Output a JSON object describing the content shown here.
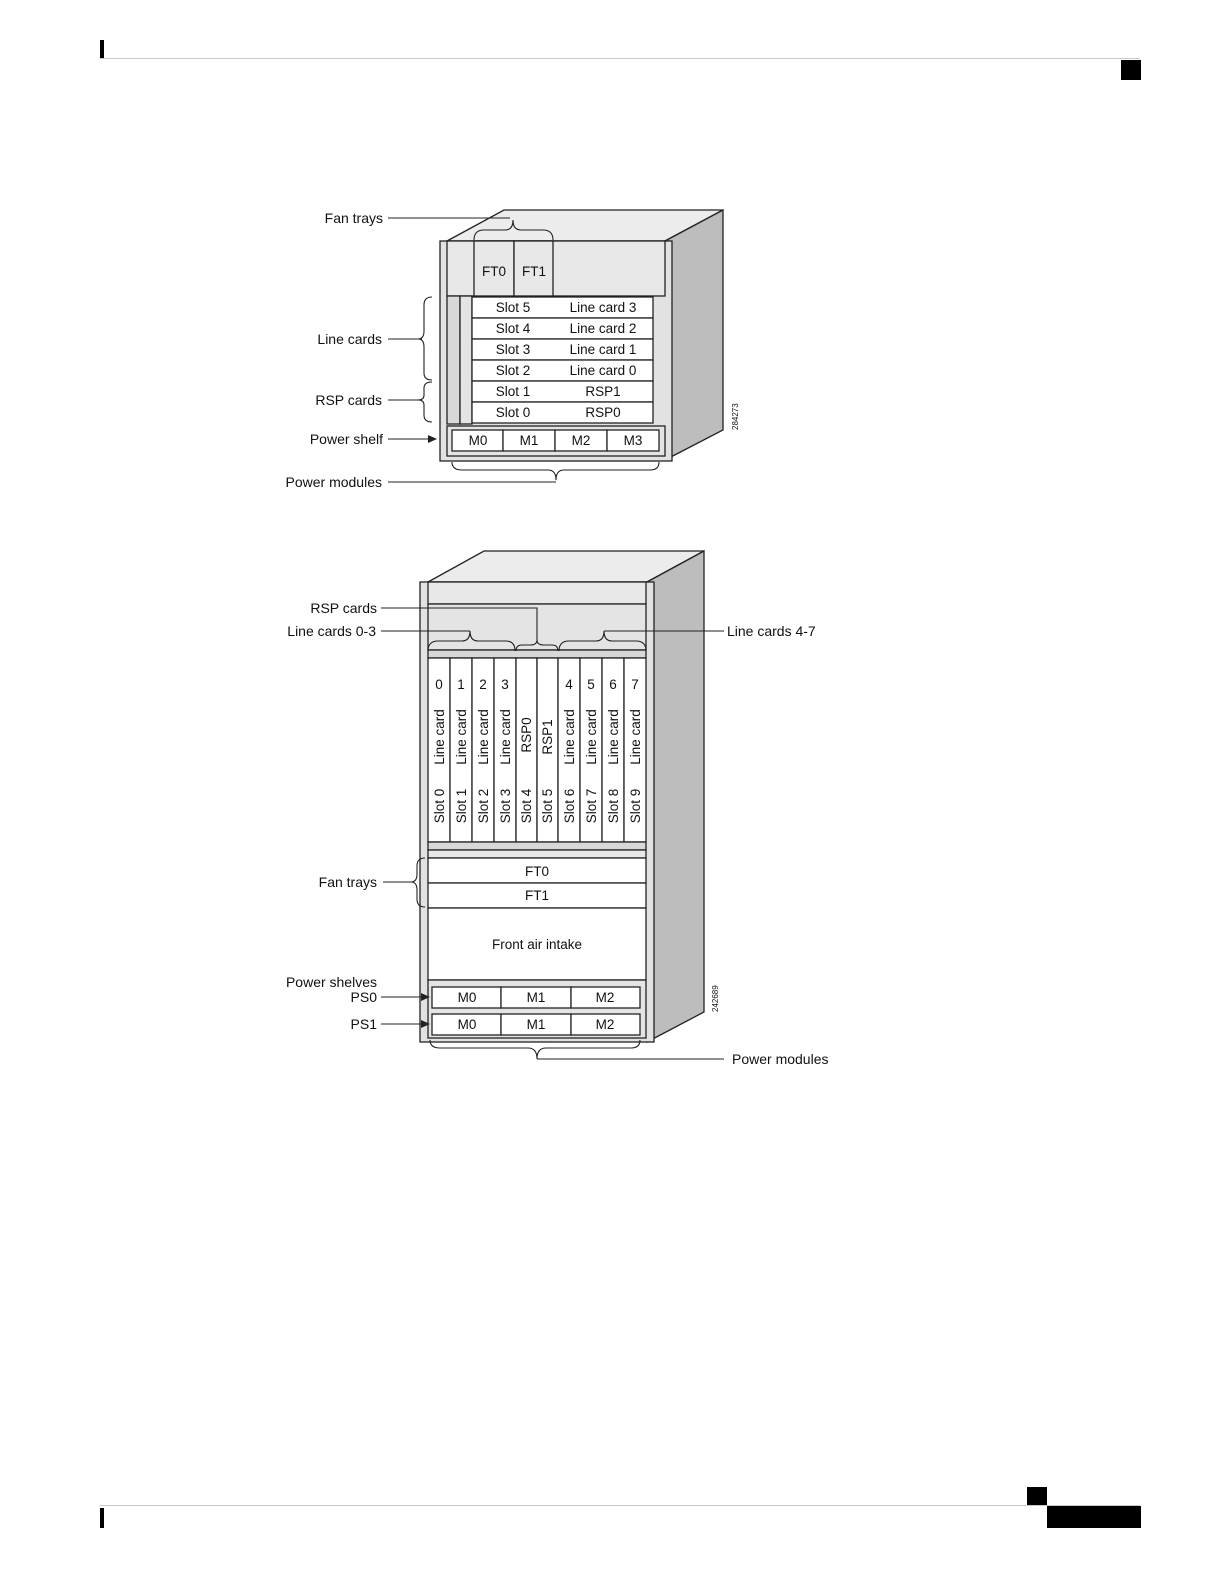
{
  "figure1": {
    "callouts": {
      "fan_trays": "Fan trays",
      "line_cards": "Line cards",
      "rsp_cards": "RSP cards",
      "power_shelf": "Power shelf",
      "power_modules": "Power modules"
    },
    "fan_trays": [
      "FT0",
      "FT1"
    ],
    "slots": [
      {
        "slot": "Slot 5",
        "card": "Line card 3"
      },
      {
        "slot": "Slot 4",
        "card": "Line card 2"
      },
      {
        "slot": "Slot 3",
        "card": "Line card 1"
      },
      {
        "slot": "Slot 2",
        "card": "Line card 0"
      },
      {
        "slot": "Slot 1",
        "card": "RSP1"
      },
      {
        "slot": "Slot 0",
        "card": "RSP0"
      }
    ],
    "power_modules": [
      "M0",
      "M1",
      "M2",
      "M3"
    ],
    "figure_id": "284273"
  },
  "figure2": {
    "callouts": {
      "rsp_cards": "RSP cards",
      "line_cards_left": "Line cards 0-3",
      "line_cards_right": "Line cards 4-7",
      "fan_trays": "Fan trays",
      "power_shelves": "Power shelves",
      "ps0": "PS0",
      "ps1": "PS1",
      "power_modules": "Power modules"
    },
    "slots": [
      {
        "num": "0",
        "card": "Line card",
        "slot": "Slot 0"
      },
      {
        "num": "1",
        "card": "Line card",
        "slot": "Slot 1"
      },
      {
        "num": "2",
        "card": "Line card",
        "slot": "Slot 2"
      },
      {
        "num": "3",
        "card": "Line card",
        "slot": "Slot 3"
      },
      {
        "num": "",
        "card": "RSP0",
        "slot": "Slot 4"
      },
      {
        "num": "",
        "card": "RSP1",
        "slot": "Slot 5"
      },
      {
        "num": "4",
        "card": "Line card",
        "slot": "Slot 6"
      },
      {
        "num": "5",
        "card": "Line card",
        "slot": "Slot 7"
      },
      {
        "num": "6",
        "card": "Line card",
        "slot": "Slot 8"
      },
      {
        "num": "7",
        "card": "Line card",
        "slot": "Slot 9"
      }
    ],
    "fan_trays": [
      "FT0",
      "FT1"
    ],
    "air_intake": "Front air intake",
    "ps0_modules": [
      "M0",
      "M1",
      "M2"
    ],
    "ps1_modules": [
      "M0",
      "M1",
      "M2"
    ],
    "figure_id": "242689"
  }
}
